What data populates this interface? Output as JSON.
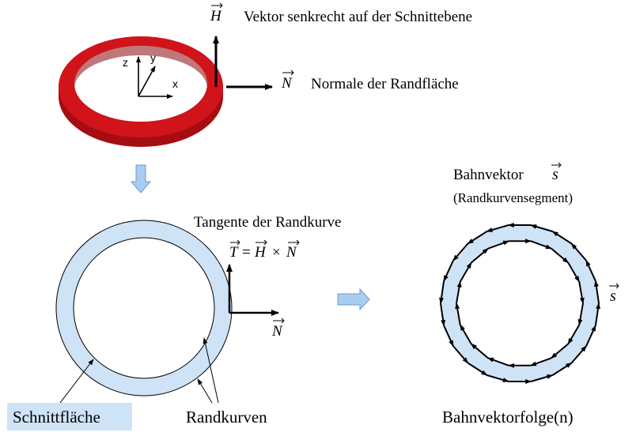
{
  "torus": {
    "axis_z": "z",
    "axis_y": "y",
    "axis_x": "x",
    "h_symbol": "H",
    "h_label": "Vektor senkrecht auf der Schnittebene",
    "n_symbol": "N",
    "n_label": "Normale der Randfläche",
    "ring_color": "#d0141a"
  },
  "cross_section": {
    "tangent_label": "Tangente der Randkurve",
    "formula": {
      "t": "T",
      "eq": "=",
      "h": "H",
      "times": "×",
      "n": "N"
    },
    "n_symbol": "N",
    "fill_color": "#cfe3f7",
    "schnittflaeche_label": "Schnittfläche",
    "randkurven_label": "Randkurven"
  },
  "path_vectors": {
    "title_word": "Bahnvektor",
    "s_symbol": "s",
    "subtitle": "(Randkurvensegment)",
    "side_s_symbol": "s",
    "sequence_label": "Bahnvektorfolge(n)"
  },
  "arrow_color": "#a9cdf0"
}
